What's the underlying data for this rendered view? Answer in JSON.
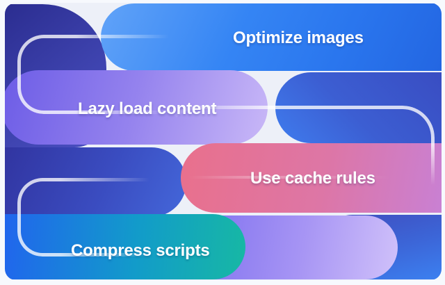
{
  "illustration": {
    "background_color": "#edf0f8",
    "text_color": "#ffffff",
    "tips": [
      {
        "id": "optimize-images",
        "label": "Optimize images",
        "accent_color": "#2e7ff2"
      },
      {
        "id": "lazy-load-content",
        "label": "Lazy load content",
        "accent_color": "#8d7bee"
      },
      {
        "id": "use-cache-rules",
        "label": "Use cache rules",
        "accent_color": "#dd77a8"
      },
      {
        "id": "compress-scripts",
        "label": "Compress scripts",
        "accent_color": "#17b0a8"
      }
    ]
  }
}
